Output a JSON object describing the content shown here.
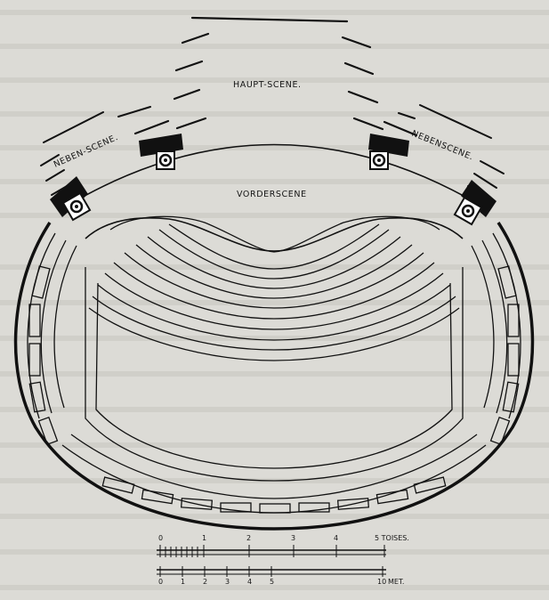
{
  "labels": {
    "haupt_scene": "HAUPT-SCENE.",
    "neben_scene_left": "NEBEN-SCENE.",
    "neben_scene_right": "NEBENSCENE.",
    "vorderscene": "VORDERSCENE"
  },
  "scale_toises": {
    "ticks": [
      "0",
      "1",
      "2",
      "3",
      "4"
    ],
    "unit": "5 TOISES."
  },
  "scale_meters": {
    "ticks": [
      "0",
      "1",
      "2",
      "3",
      "4",
      "5",
      "10"
    ],
    "unit": "MET."
  },
  "colors": {
    "ink": "#111111",
    "paper": "#dcdbd6"
  }
}
